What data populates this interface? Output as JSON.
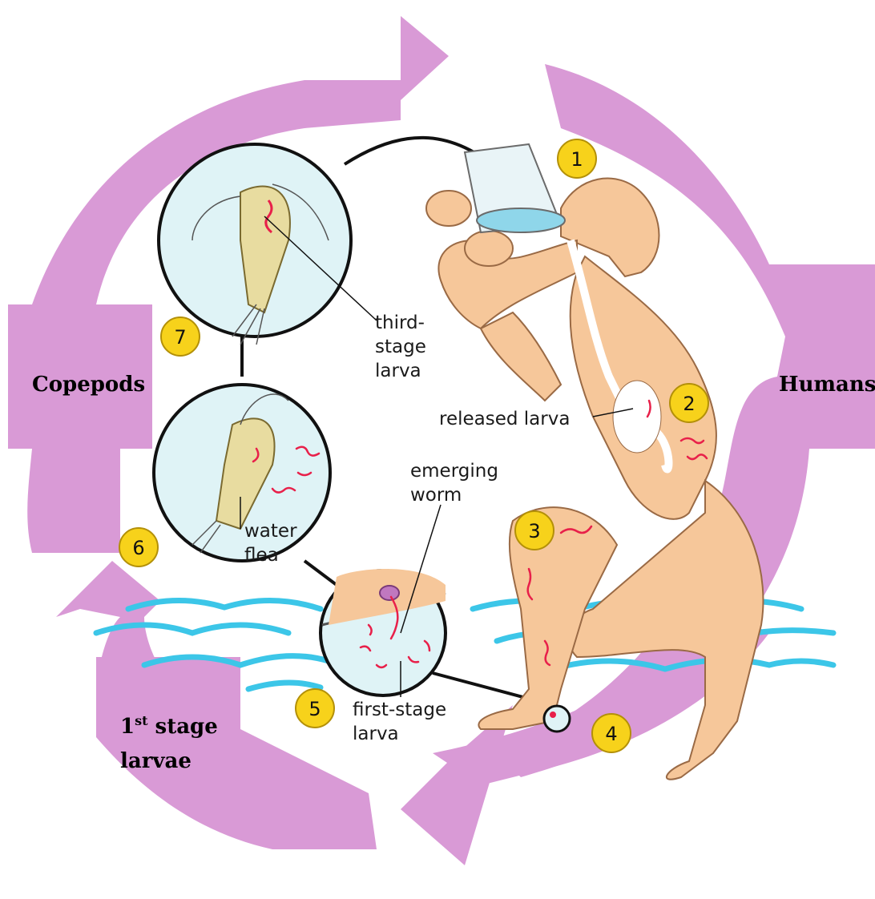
{
  "colors": {
    "cycle_arrow": "#d99ad6",
    "skin": "#f6c79a",
    "skin_outline": "#9a6a45",
    "water": "#3cc6e8",
    "lens_fill": "#dff3f6",
    "step_badge": "#f7d21b",
    "worm": "#e8204a",
    "copepod": "#e8dca0"
  },
  "arrows": {
    "copepods": "Copepods",
    "humans": "Humans",
    "larvae_line1_base": "1",
    "larvae_line1_sup": "st",
    "larvae_line1_rest": " stage",
    "larvae_line2": "larvae"
  },
  "steps": [
    "1",
    "2",
    "3",
    "4",
    "5",
    "6",
    "7"
  ],
  "callouts": {
    "third_stage_line1": "third-",
    "third_stage_line2": "stage",
    "third_stage_line3": "larva",
    "released_larva": "released larva",
    "emerging_line1": "emerging",
    "emerging_line2": "worm",
    "water_flea_line1": "water",
    "water_flea_line2": "flea",
    "first_stage_line1": "first-stage",
    "first_stage_line2": "larva"
  }
}
